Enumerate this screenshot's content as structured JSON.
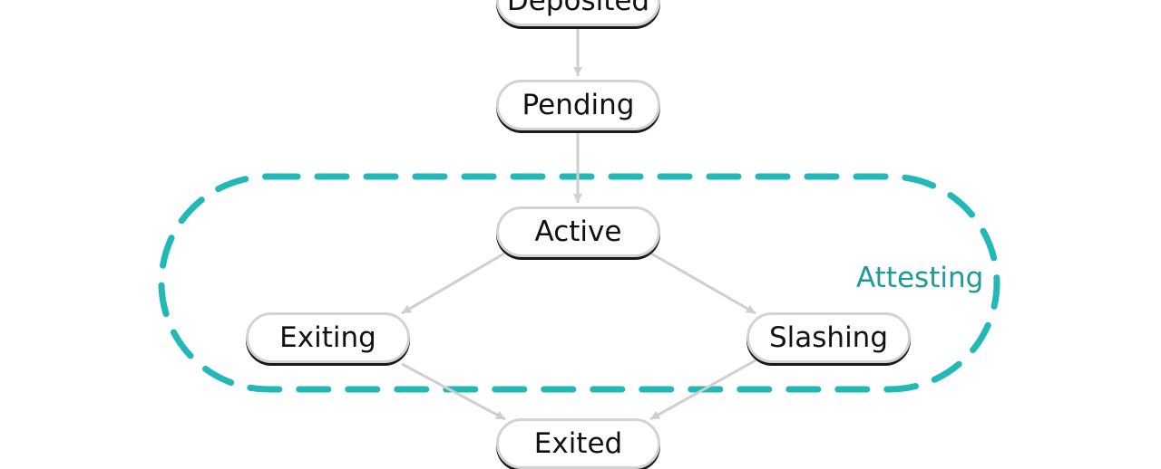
{
  "diagram": {
    "nodes": {
      "deposited": "Deposited",
      "pending": "Pending",
      "active": "Active",
      "exiting": "Exiting",
      "slashing": "Slashing",
      "exited": "Exited"
    },
    "group": {
      "label": "Attesting"
    },
    "edges": [
      {
        "from": "Deposited",
        "to": "Pending"
      },
      {
        "from": "Pending",
        "to": "Active"
      },
      {
        "from": "Active",
        "to": "Exiting"
      },
      {
        "from": "Active",
        "to": "Slashing"
      },
      {
        "from": "Exiting",
        "to": "Exited"
      },
      {
        "from": "Slashing",
        "to": "Exited"
      }
    ],
    "colors": {
      "edge": "#cfcfcf",
      "group_border": "#22b8b8",
      "group_label": "#1e9a9a",
      "node_border": "#d3d3d3",
      "node_shadow": "#1a1a1a"
    }
  }
}
